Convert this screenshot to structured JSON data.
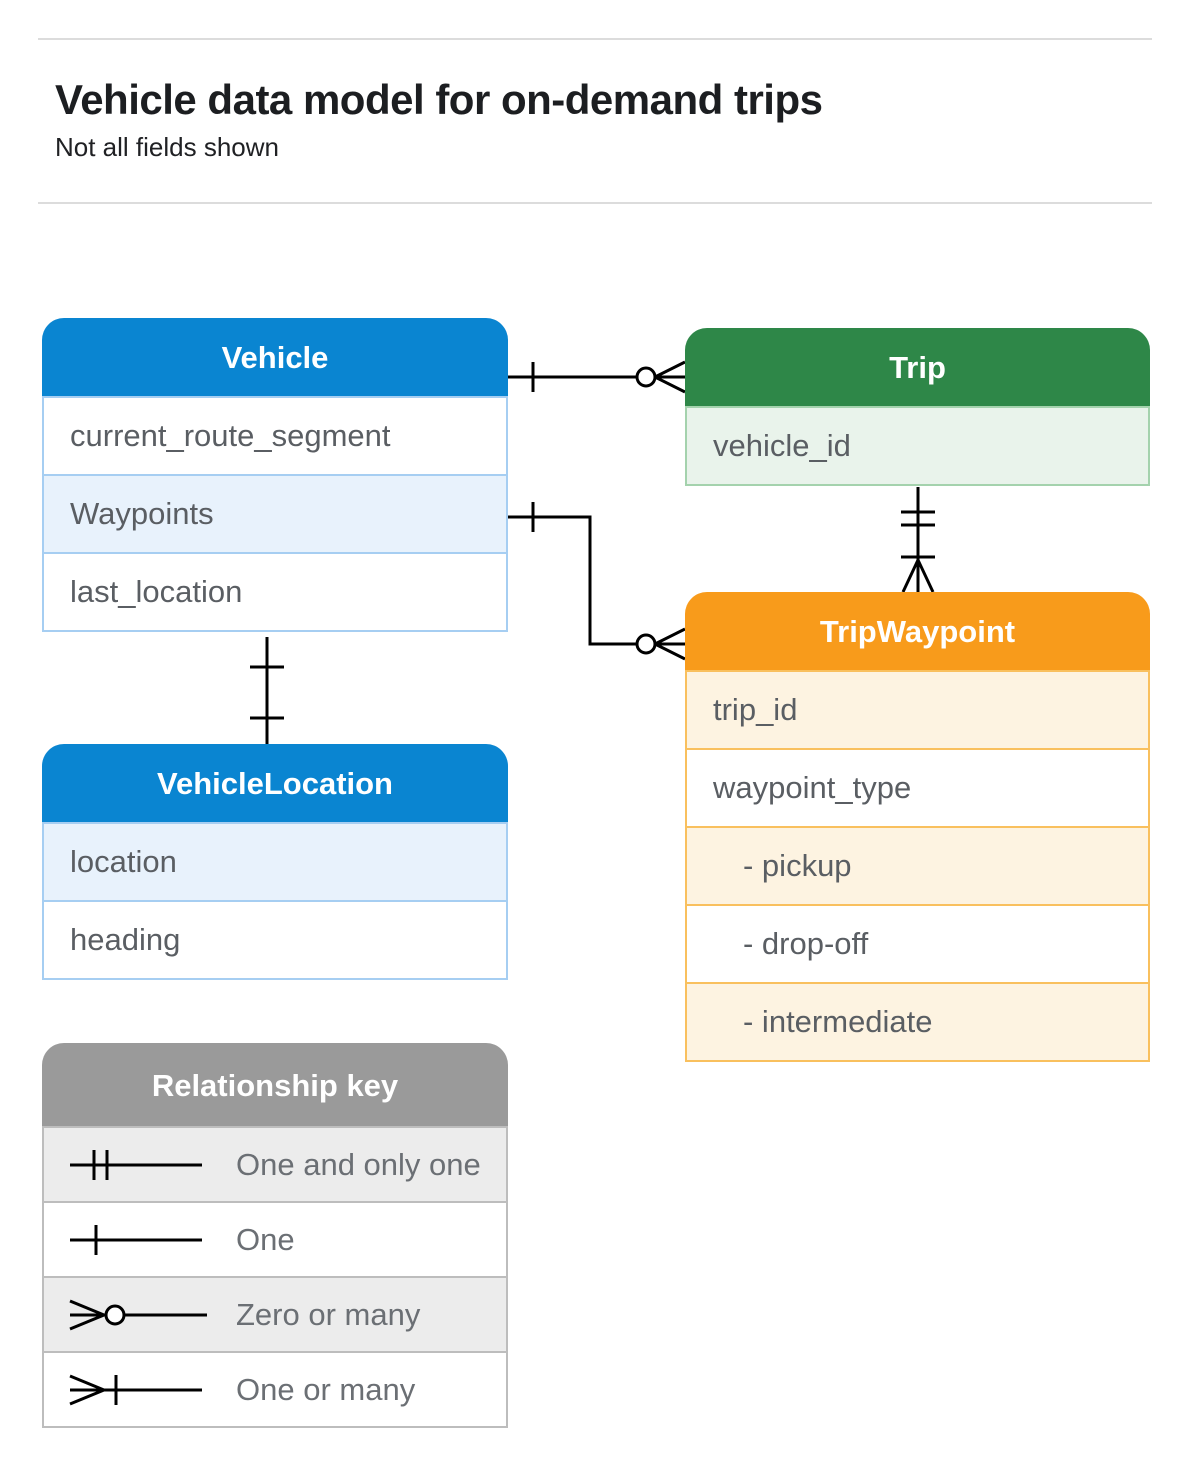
{
  "page": {
    "title": "Vehicle data model for on-demand trips",
    "subtitle": "Not all fields shown"
  },
  "colors": {
    "blue_header": "#0a85d1",
    "blue_tint": "#e8f2fc",
    "green_header": "#2e8748",
    "green_tint": "#e9f3eb",
    "orange_header": "#f89b1b",
    "orange_tint": "#fdf3e1",
    "gray_header": "#9a9a9a",
    "gray_tint": "#ececec",
    "connector": "#000000"
  },
  "tables": {
    "vehicle": {
      "title": "Vehicle",
      "fields": [
        "current_route_segment",
        "Waypoints",
        "last_location"
      ]
    },
    "trip": {
      "title": "Trip",
      "fields": [
        "vehicle_id"
      ]
    },
    "trip_waypoint": {
      "title": "TripWaypoint",
      "fields": [
        "trip_id",
        "waypoint_type",
        "- pickup",
        "- drop-off",
        "- intermediate"
      ]
    },
    "vehicle_location": {
      "title": "VehicleLocation",
      "fields": [
        "location",
        "heading"
      ]
    }
  },
  "legend": {
    "title": "Relationship key",
    "items": [
      {
        "symbol": "one-and-only-one",
        "label": "One and only one"
      },
      {
        "symbol": "one",
        "label": "One"
      },
      {
        "symbol": "zero-or-many",
        "label": "Zero or many"
      },
      {
        "symbol": "one-or-many",
        "label": "One or many"
      }
    ]
  },
  "relationships": [
    {
      "from": "Vehicle",
      "to": "Trip",
      "from_cardinality": "one",
      "to_cardinality": "zero-or-many"
    },
    {
      "from": "Vehicle.Waypoints",
      "to": "TripWaypoint",
      "from_cardinality": "one",
      "to_cardinality": "zero-or-many"
    },
    {
      "from": "Trip",
      "to": "TripWaypoint",
      "from_cardinality": "one-and-only-one",
      "to_cardinality": "one-or-many"
    },
    {
      "from": "Vehicle",
      "to": "VehicleLocation",
      "from_cardinality": "one",
      "to_cardinality": "one"
    }
  ]
}
